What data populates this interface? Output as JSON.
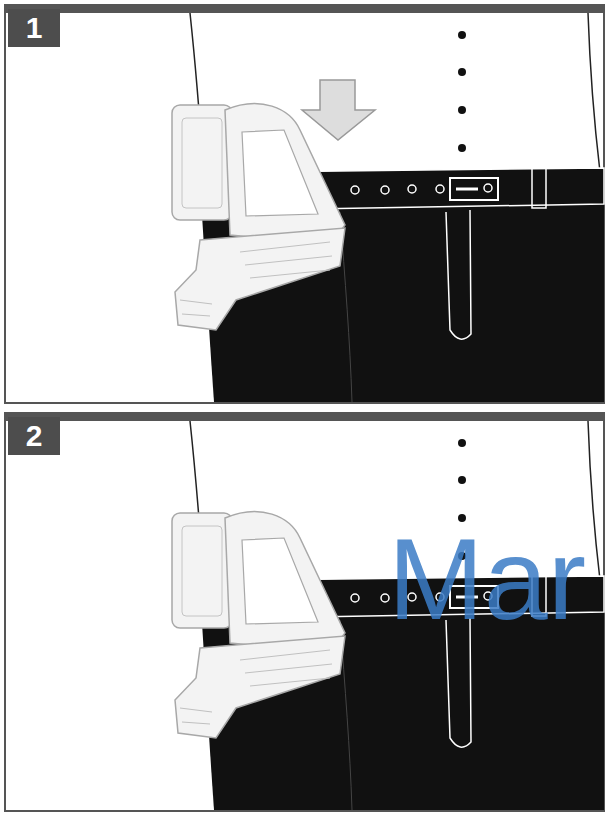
{
  "diagram": {
    "nodes": [
      {
        "text": [
          "1"
        ]
      },
      {
        "text": [
          "2"
        ]
      }
    ],
    "labels": [
      "Mar"
    ]
  }
}
